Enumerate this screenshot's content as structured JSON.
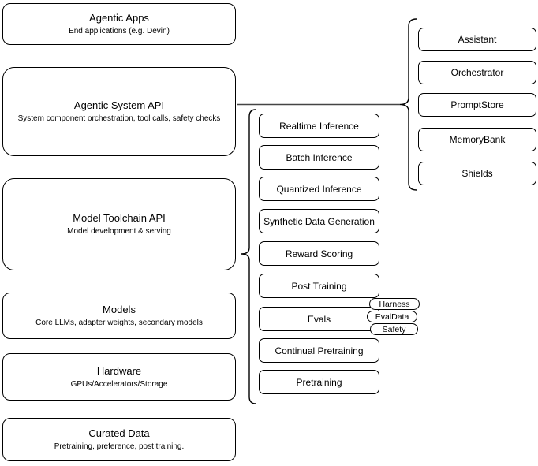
{
  "diagram": {
    "colors": {
      "background": "#ffffff",
      "stroke": "#000000",
      "node_fill": "#ffffff",
      "text": "#000000"
    },
    "left_column": [
      {
        "title": "Agentic Apps",
        "subtitle": "End applications (e.g. Devin)"
      },
      {
        "title": "Agentic System API",
        "subtitle": "System component orchestration, tool calls, safety checks"
      },
      {
        "title": "Model Toolchain API",
        "subtitle": "Model development & serving"
      },
      {
        "title": "Models",
        "subtitle": "Core LLMs, adapter weights, secondary models"
      },
      {
        "title": "Hardware",
        "subtitle": "GPUs/Accelerators/Storage"
      },
      {
        "title": "Curated Data",
        "subtitle": "Pretraining, preference, post training."
      }
    ],
    "toolchain_services": [
      "Realtime Inference",
      "Batch Inference",
      "Quantized Inference",
      "Synthetic Data Generation",
      "Reward Scoring",
      "Post Training",
      "Evals",
      "Continual Pretraining",
      "Pretraining"
    ],
    "evals_tags": [
      "Harness",
      "EvalData",
      "Safety"
    ],
    "system_components": [
      "Assistant",
      "Orchestrator",
      "PromptStore",
      "MemoryBank",
      "Shields"
    ]
  }
}
